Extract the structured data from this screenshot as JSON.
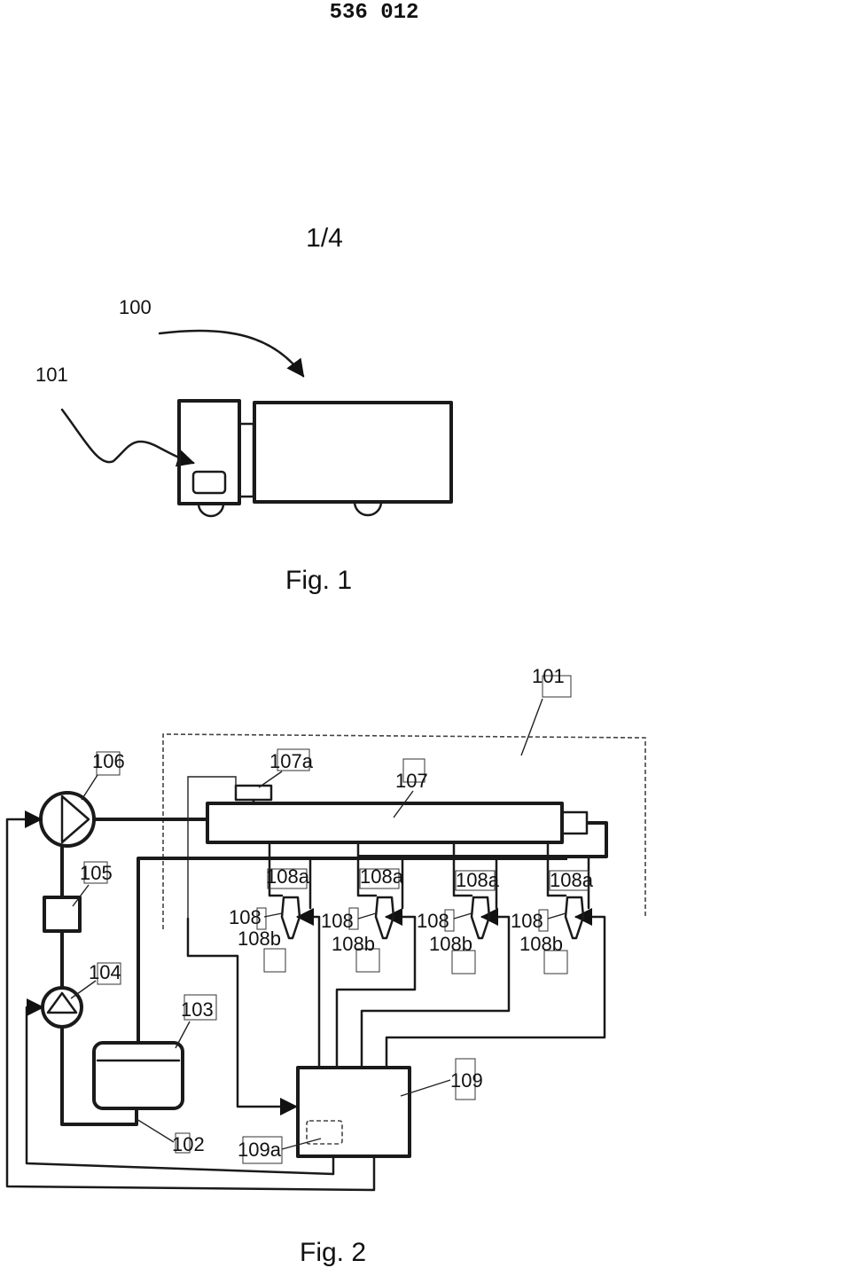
{
  "header": {
    "doc_number": "536 012",
    "sheet": "1/4"
  },
  "fig1": {
    "caption": "Fig. 1",
    "labels": {
      "vehicle": "100",
      "control_system": "101"
    }
  },
  "fig2": {
    "caption": "Fig. 2",
    "labels": {
      "control_system": "101",
      "high_pressure_pump": "106",
      "pressure_sensor": "107a",
      "rail": "107",
      "filter": "105",
      "feed_pump": "104",
      "tank": "103",
      "return_line": "102",
      "control_unit": "109",
      "control_unit_memory": "109a"
    },
    "injectors": [
      {
        "top": "108a",
        "mid": "108",
        "bottom": "108b"
      },
      {
        "top": "108a",
        "mid": "108",
        "bottom": "108b"
      },
      {
        "top": "108a",
        "mid": "108",
        "bottom": "108b"
      },
      {
        "top": "108a",
        "mid": "108",
        "bottom": "108b"
      }
    ]
  }
}
